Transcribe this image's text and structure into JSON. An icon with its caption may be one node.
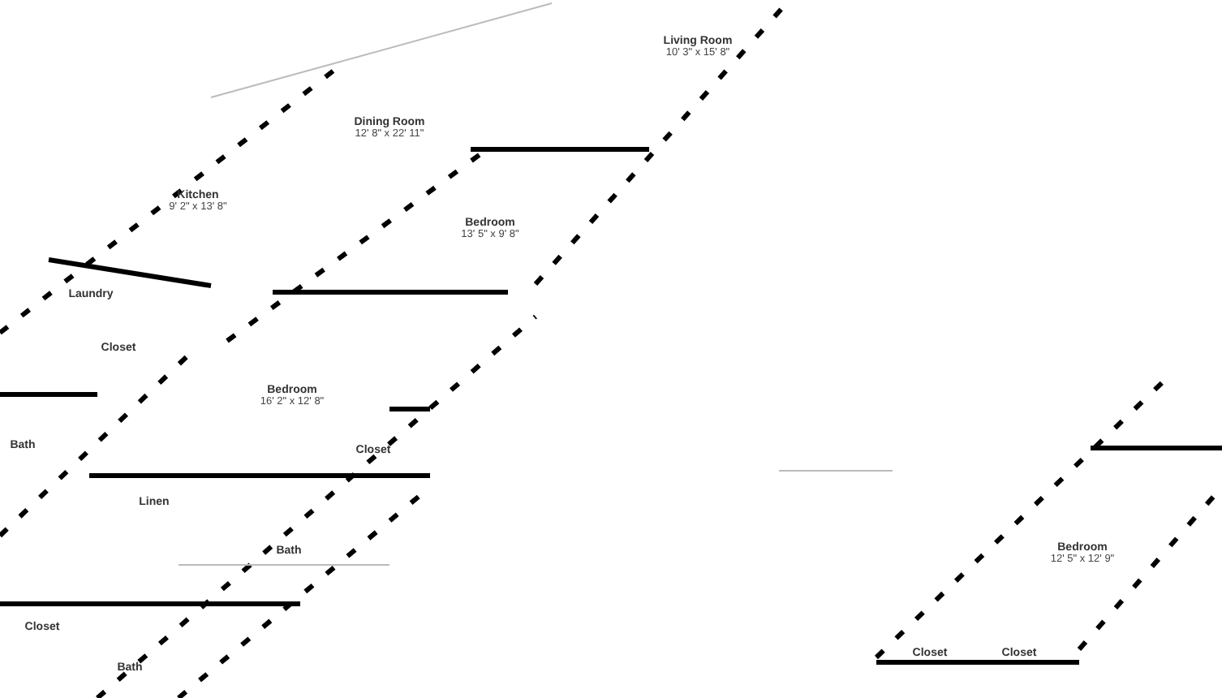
{
  "diagram": {
    "nodes": [
      {
        "text": [
          "Living Room",
          "10' 3\" x 15' 8\""
        ]
      },
      {
        "text": [
          "Dining Room",
          "12' 8\" x 22' 11\""
        ]
      },
      {
        "text": [
          "Kitchen",
          "9' 2\" x 13' 8\""
        ]
      },
      {
        "text": [
          "Bedroom",
          "13' 5\" x 9' 8\""
        ]
      },
      {
        "text": [
          "Laundry"
        ]
      },
      {
        "text": [
          "Closet"
        ]
      },
      {
        "text": [
          "Bedroom",
          "16' 2\" x 12' 8\""
        ]
      },
      {
        "text": [
          "Bath"
        ]
      },
      {
        "text": [
          "Closet"
        ]
      },
      {
        "text": [
          "Linen"
        ]
      },
      {
        "text": [
          "Bath"
        ]
      },
      {
        "text": [
          "Bedroom",
          "12' 5\" x 12' 9\""
        ]
      },
      {
        "text": [
          "Closet"
        ]
      },
      {
        "text": [
          "Bath"
        ]
      },
      {
        "text": [
          "Closet"
        ]
      },
      {
        "text": [
          "Closet"
        ]
      }
    ]
  }
}
